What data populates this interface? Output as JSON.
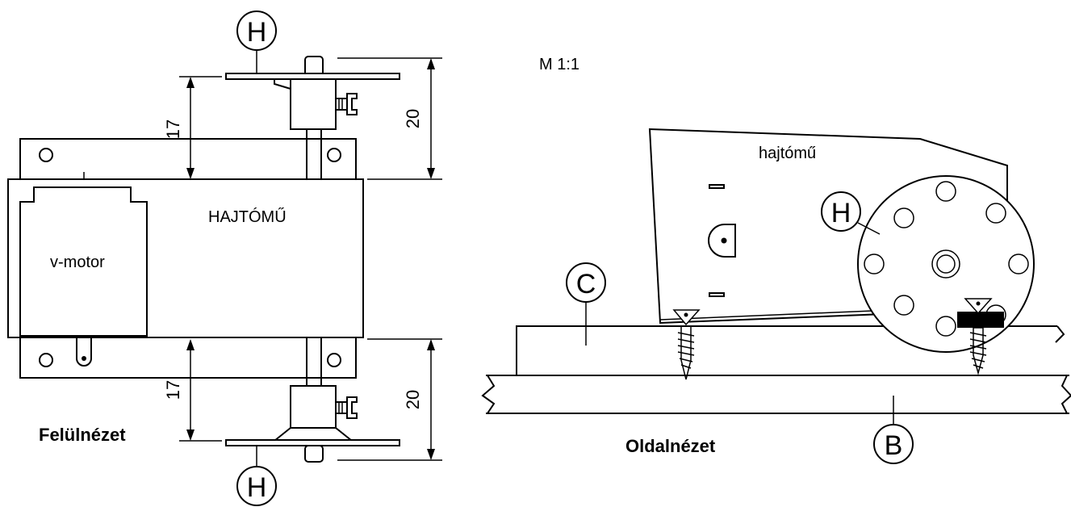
{
  "title_scale": "M 1:1",
  "top_view": {
    "caption": "Felülnézet",
    "gearbox_label": "HAJTÓMŰ",
    "motor_label": "v-motor",
    "dim_upper_inner": "17",
    "dim_upper_outer": "20",
    "dim_lower_inner": "17",
    "dim_lower_outer": "20",
    "wheel_letter_top": "H",
    "wheel_letter_bottom": "H"
  },
  "side_view": {
    "caption": "Oldalnézet",
    "gearbox_label": "hajtómű",
    "wheel_letter": "H",
    "block_letter": "C",
    "base_letter": "B"
  }
}
